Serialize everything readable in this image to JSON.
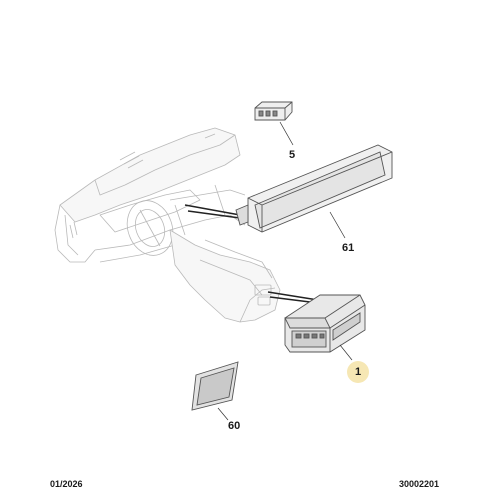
{
  "parts": [
    {
      "ref": "5",
      "name": "small-switch-module"
    },
    {
      "ref": "61",
      "name": "display-screen"
    },
    {
      "ref": "1",
      "name": "control-module",
      "highlighted": true
    },
    {
      "ref": "60",
      "name": "pad"
    }
  ],
  "footer": {
    "date": "01/2026",
    "code": "30002201"
  },
  "colors": {
    "outline": "#555555",
    "light_outline": "#b8b8b8",
    "highlight_badge": "#f6e7b4",
    "panel_fill": "#e9e9e9"
  }
}
